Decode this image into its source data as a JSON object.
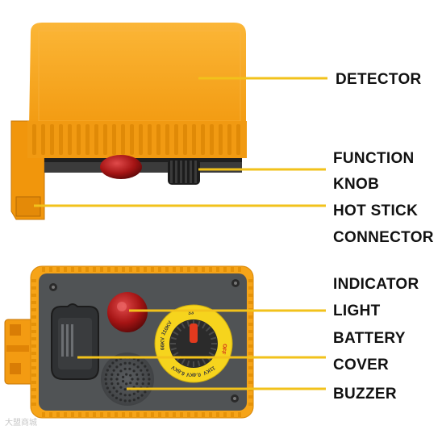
{
  "labels": {
    "detector": "DETECTOR",
    "function": "FUNCTION",
    "knob": "KNOB",
    "hot_stick": "HOT STICK",
    "connector": "CONNECTOR",
    "indicator": "INDICATOR",
    "light": "LIGHT",
    "battery": "BATTERY",
    "cover": "COVER",
    "buzzer": "BUZZER"
  },
  "dial": {
    "marks": [
      "110KV",
      "66KV",
      "33",
      "OFF",
      "6.6KV",
      "0.4KV",
      "11KV"
    ]
  },
  "watermark": "大盟商城",
  "colors": {
    "housing_orange": "#f7a21a",
    "leader_line": "#f2c21b",
    "panel_gray": "#4f5254",
    "dial_yellow": "#f5d21c",
    "indicator_red": "#b01818"
  }
}
